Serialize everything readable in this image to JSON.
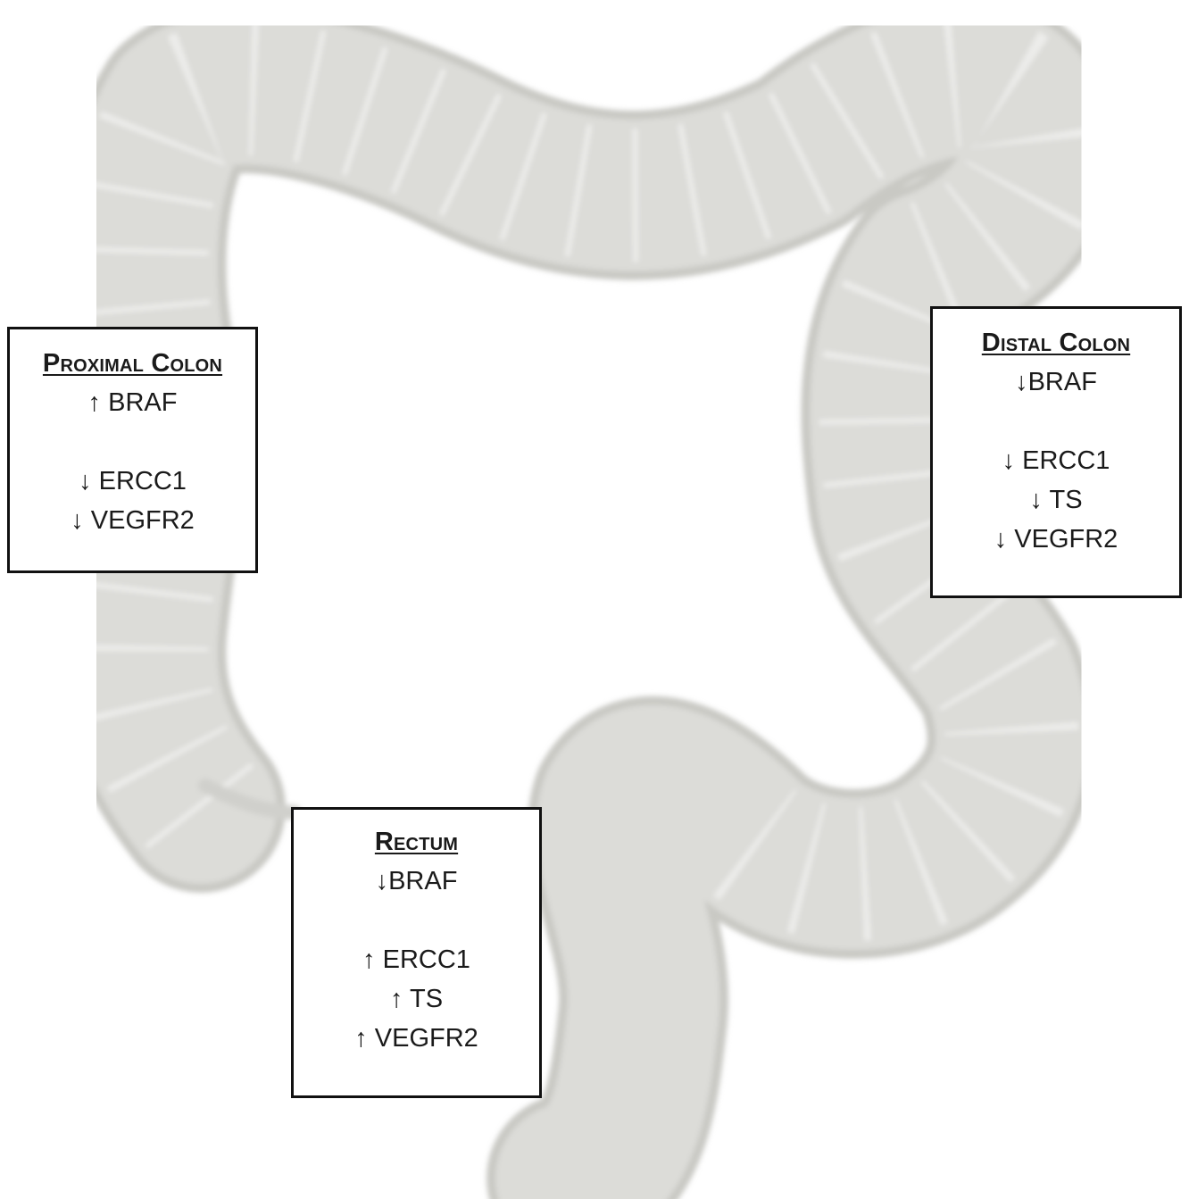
{
  "colors": {
    "organ_fill": "#dcdcd8",
    "organ_shade": "#c8c8c3",
    "box_border": "#111111",
    "text": "#1a1a1a"
  },
  "regions": {
    "proximal": {
      "title": "Proximal Colon",
      "lines": [
        "↑ BRAF",
        "",
        "↓ ERCC1",
        "↓ VEGFR2"
      ]
    },
    "distal": {
      "title": "Distal Colon",
      "lines": [
        "↓BRAF",
        "",
        "↓ ERCC1",
        "↓ TS",
        "↓ VEGFR2"
      ]
    },
    "rectum": {
      "title": "Rectum",
      "lines": [
        "↓BRAF",
        "",
        "↑ ERCC1",
        "↑ TS",
        "↑ VEGFR2"
      ]
    }
  }
}
